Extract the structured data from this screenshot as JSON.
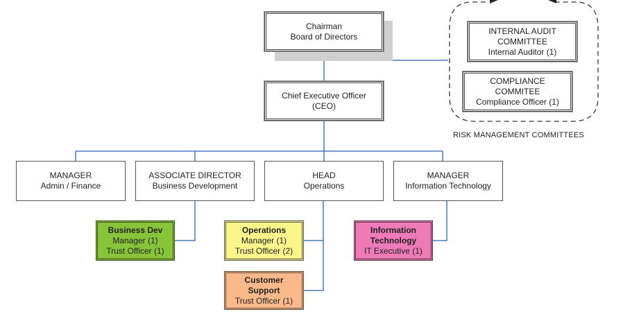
{
  "diagram": {
    "chairman": {
      "line1": "Chairman",
      "line2": "Board of Directors"
    },
    "ceo": {
      "line1": "Chief Executive Officer",
      "line2": "(CEO)"
    },
    "risk_group": {
      "caption": "RISK MANAGEMENT COMMITTEES",
      "internal_audit": {
        "line1": "INTERNAL AUDIT",
        "line2": "COMMITTEE",
        "line3": "Internal Auditor (1)"
      },
      "compliance": {
        "line1": "COMPLIANCE",
        "line2": "COMMITEE",
        "line3": "Compliance Officer (1)"
      }
    },
    "departments": [
      {
        "title": "MANAGER",
        "subtitle": "Admin / Finance"
      },
      {
        "title": "ASSOCIATE DIRECTOR",
        "subtitle": "Business Development"
      },
      {
        "title": "HEAD",
        "subtitle": "Operations"
      },
      {
        "title": "MANAGER",
        "subtitle": "Information Technology"
      }
    ],
    "teams": {
      "business_dev": {
        "title": "Business Dev",
        "line1": "Manager (1)",
        "line2": "Trust Officer (1)",
        "color": "#88c43a"
      },
      "operations": {
        "title": "Operations",
        "line1": "Manager (1)",
        "line2": "Trust Officer (2)",
        "color": "#fbf58c"
      },
      "customer_support": {
        "title": "Customer",
        "title2": "Support",
        "line1": "Trust Officer (1)",
        "color": "#f9b98a"
      },
      "information_technology": {
        "title": "Information",
        "title2": "Technology",
        "line1": "IT Executive (1)",
        "color": "#ee7ab8"
      }
    },
    "connector_color": "#4a78c0"
  }
}
